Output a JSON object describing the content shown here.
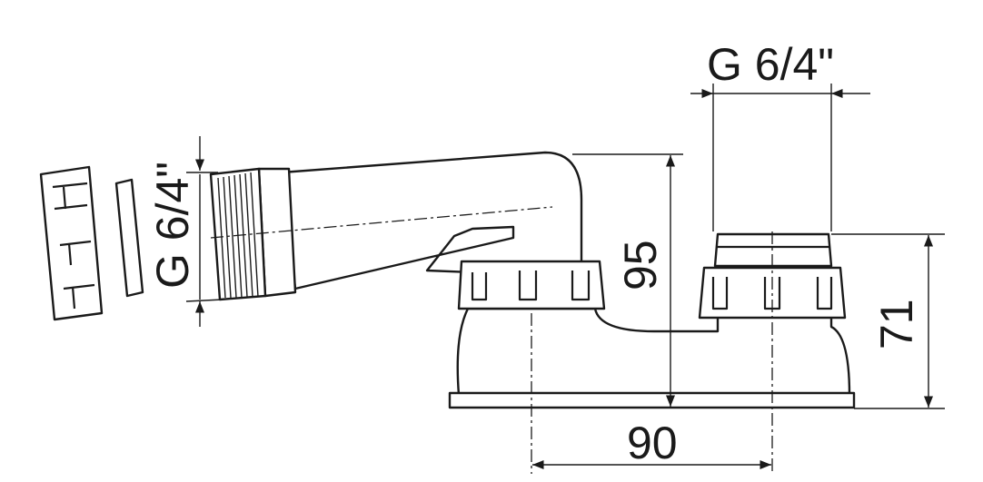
{
  "dimensions": {
    "top_thread": "G 6/4\"",
    "left_thread": "G 6/4\"",
    "height_total": "95",
    "height_outlet": "71",
    "width_spacing": "90"
  }
}
